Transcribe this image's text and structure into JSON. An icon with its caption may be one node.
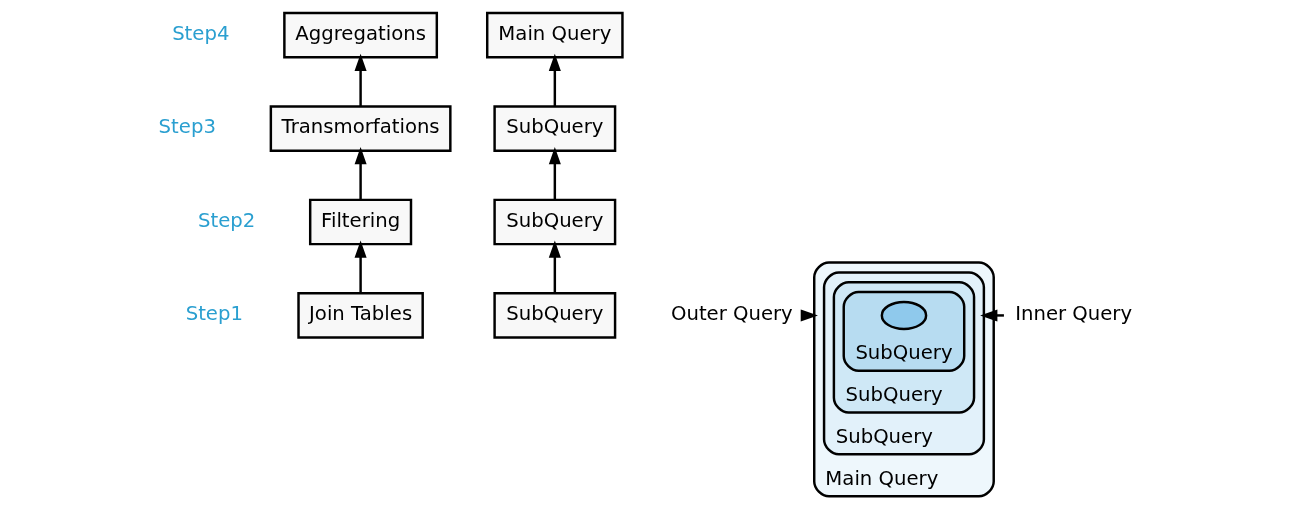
{
  "diagram": {
    "nodes": [
      {
        "text": [
          "Aggregations"
        ],
        "beside": [
          "Step4"
        ]
      },
      {
        "text": [
          "Transmorfations"
        ],
        "beside": [
          "Step3"
        ]
      },
      {
        "text": [
          "Filtering"
        ],
        "beside": [
          "Step2"
        ]
      },
      {
        "text": [
          "Join Tables"
        ],
        "beside": [
          "Step1"
        ]
      },
      {
        "text": [
          "Main Query"
        ]
      },
      {
        "text": [
          "SubQuery"
        ]
      },
      {
        "text": [
          "SubQuery"
        ]
      },
      {
        "text": [
          "SubQuery"
        ]
      },
      {
        "text": [
          "Outer Query"
        ]
      },
      {
        "text": [
          "Main Query"
        ]
      },
      {
        "text": [
          "Inner Query"
        ]
      },
      {
        "text": [
          "SubQuery"
        ],
        "in": 9
      },
      {
        "text": [
          "SubQuery"
        ],
        "in": 11
      },
      {
        "text": [
          "SubQuery"
        ],
        "in": 12
      },
      {
        "text": [],
        "shape": "circle",
        "in": 13
      }
    ],
    "edges": [
      {
        "from": 3,
        "to": 2,
        "arrow": "to"
      },
      {
        "from": 2,
        "to": 1,
        "arrow": "to"
      },
      {
        "from": 1,
        "to": 0,
        "arrow": "to"
      },
      {
        "from": 7,
        "to": 6,
        "arrow": "to"
      },
      {
        "from": 6,
        "to": 5,
        "arrow": "to"
      },
      {
        "from": 5,
        "to": 4,
        "arrow": "to"
      },
      {
        "from": 8,
        "to": 9,
        "arrow": "to"
      },
      {
        "from": 10,
        "to": 11,
        "arrow": "to"
      }
    ]
  }
}
